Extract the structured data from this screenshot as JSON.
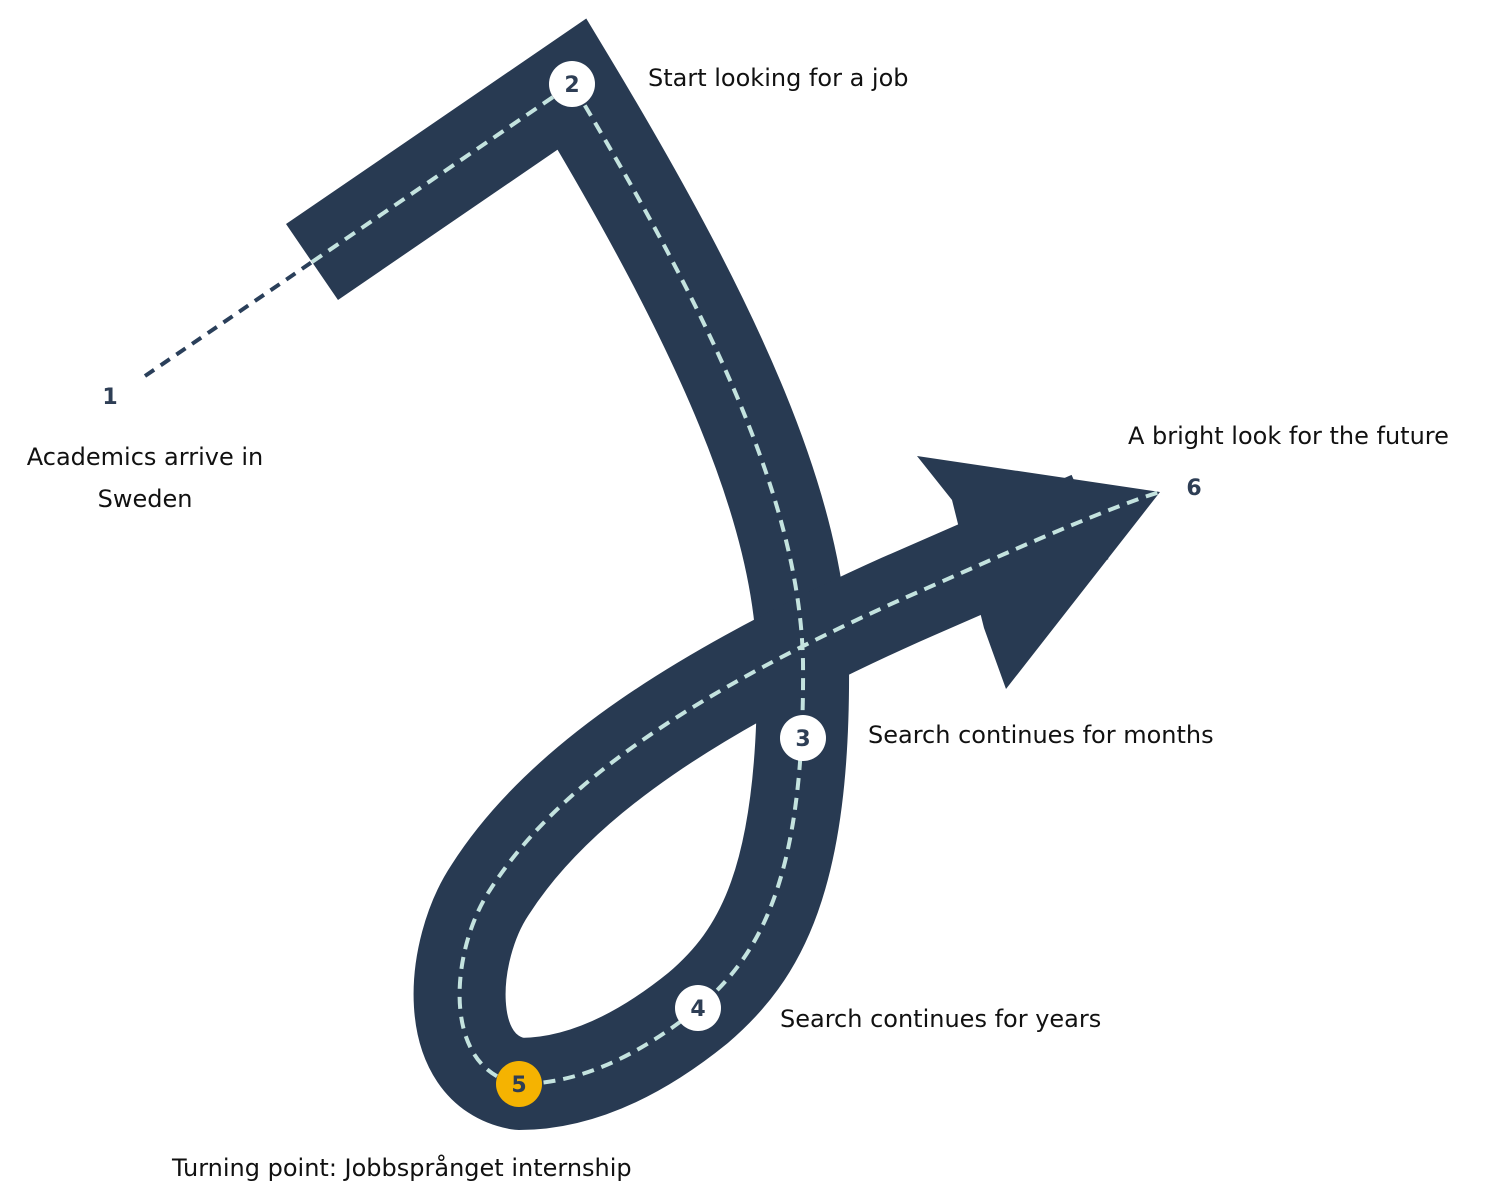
{
  "colors": {
    "road": "#283a52",
    "center_dash": "#c4e3df",
    "lead_dash": "#2a3f5a",
    "marker_fill": "#ffffff",
    "marker_text": "#2e3e55",
    "highlight_marker": "#f5b301",
    "label_text": "#111111"
  },
  "steps": [
    {
      "number": "1",
      "label": "Academics arrive in Sweden"
    },
    {
      "number": "2",
      "label": "Start looking for a job"
    },
    {
      "number": "3",
      "label": "Search continues for months"
    },
    {
      "number": "4",
      "label": "Search continues for years"
    },
    {
      "number": "5",
      "label": "Turning point: Jobbsprånget internship",
      "highlighted": true
    },
    {
      "number": "6",
      "label": "A bright look for the future"
    }
  ]
}
